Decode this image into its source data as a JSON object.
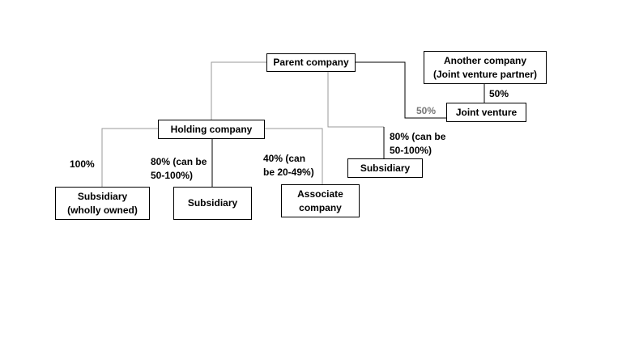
{
  "nodes": {
    "parent": "Parent company",
    "another": "Another company\n(Joint venture partner)",
    "joint_venture": "Joint venture",
    "holding": "Holding company",
    "subsidiary_right": "Subsidiary",
    "subsidiary_wholly": "Subsidiary\n(wholly owned)",
    "subsidiary_mid": "Subsidiary",
    "associate": "Associate\ncompany"
  },
  "edge_labels": {
    "jv_partner_share": "50%",
    "jv_parent_share": "50%",
    "right_sub_share": "80% (can be\n50-100%)",
    "wholly_share": "100%",
    "mid_sub_share": "80% (can be\n50-100%)",
    "associate_share": "40% (can\nbe 20-49%)"
  },
  "colors": {
    "line_dark": "#000000",
    "line_gray": "#999999",
    "label_gray": "#777777"
  }
}
